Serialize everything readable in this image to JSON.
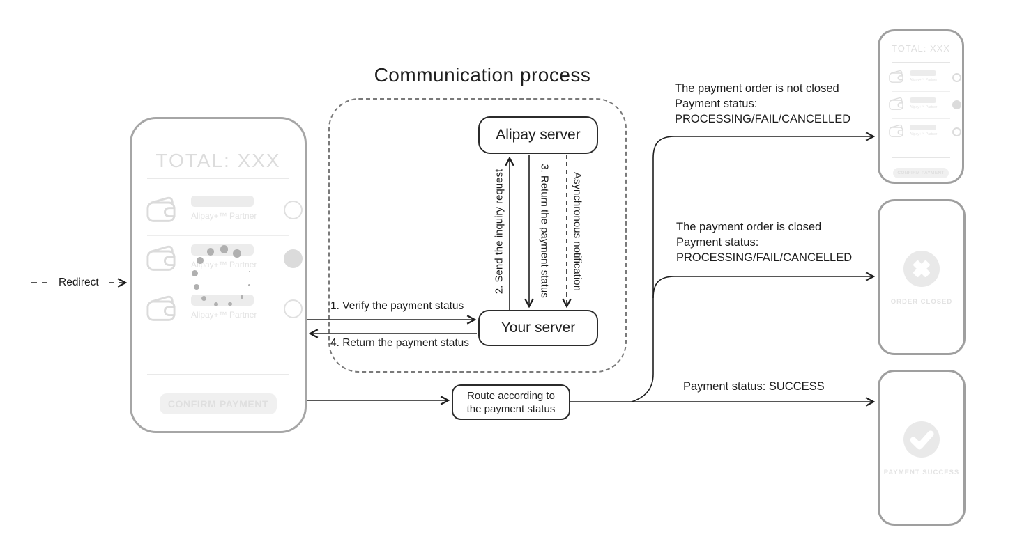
{
  "title": "Communication process",
  "colors": {
    "line": "#1f1f1f",
    "phone_border": "#a6a6a6",
    "ghost_dark": "#dbdbdb",
    "ghost_light": "#ececec"
  },
  "redirect": {
    "label": "Redirect"
  },
  "phone_checkout": {
    "total": "TOTAL: XXX",
    "partner": "Alipay+™ Partner",
    "confirm": "CONFIRM PAYMENT"
  },
  "process": {
    "alipay_server": "Alipay server",
    "your_server": "Your server",
    "step1": "1. Verify the payment status",
    "step2": "2. Send the inquiry request",
    "step3": "3. Return the payment status",
    "step4": "4. Return the payment status",
    "async_notification": "Asynchronous notification"
  },
  "route": {
    "line1": "Route according to",
    "line2": "the payment status"
  },
  "outcomes": {
    "not_closed": {
      "l1": "The payment order is not closed",
      "l2": "Payment status:",
      "l3": "PROCESSING/FAIL/CANCELLED"
    },
    "closed": {
      "l1": "The payment order is closed",
      "l2": "Payment status:",
      "l3": "PROCESSING/FAIL/CANCELLED"
    },
    "success": {
      "l1": "Payment status: SUCCESS"
    }
  },
  "phone_closed": {
    "status": "ORDER CLOSED"
  },
  "phone_success": {
    "status": "PAYMENT SUCCESS"
  }
}
